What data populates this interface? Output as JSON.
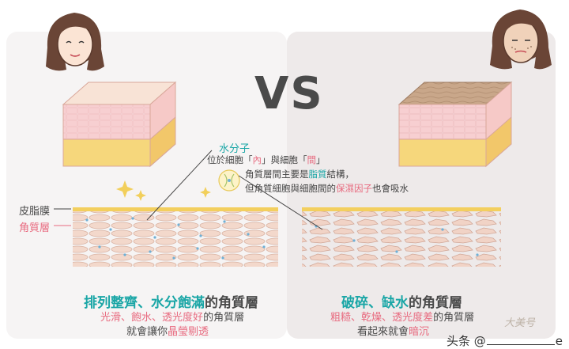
{
  "vs_text": "VS",
  "annotation": {
    "title": "水分子",
    "line1": {
      "a": "位於細胞「",
      "b": "內",
      "c": "」與細胞「",
      "d": "間",
      "e": "」"
    },
    "line2": {
      "a": "角質層間主要是",
      "b": "脂質",
      "c": "結構，"
    },
    "line3": {
      "a": "但角質細胞與細胞間的",
      "b": "保濕因子",
      "c": "也會吸水"
    }
  },
  "labels": {
    "sebum_film": "皮脂膜",
    "stratum_corneum": "角質層"
  },
  "left": {
    "heading": {
      "a": "排列整齊、",
      "b": "水分飽滿",
      "c": "的角質層"
    },
    "line1": {
      "a": "光滑、",
      "b": "飽水",
      "c": "、",
      "d": "透光度好",
      "e": "的角質層"
    },
    "line2": {
      "a": "就會讓你",
      "b": "晶瑩剔透"
    }
  },
  "right": {
    "heading": {
      "a": "破碎、",
      "b": "缺水",
      "c": "的角質層"
    },
    "line1": {
      "a": "粗糙",
      "b": "、",
      "c": "乾燥",
      "d": "、",
      "e": "透光度差",
      "f": "的角質層"
    },
    "line2": {
      "a": "看起來就會",
      "b": "暗沉"
    }
  },
  "watermark": {
    "text": "头条 @",
    "suffix": "e",
    "logo": "大美号"
  },
  "colors": {
    "teal": "#1aa6a6",
    "pink": "#e86a7f",
    "sebum": "#f3cf5e",
    "skin": "#f4dcd0"
  }
}
